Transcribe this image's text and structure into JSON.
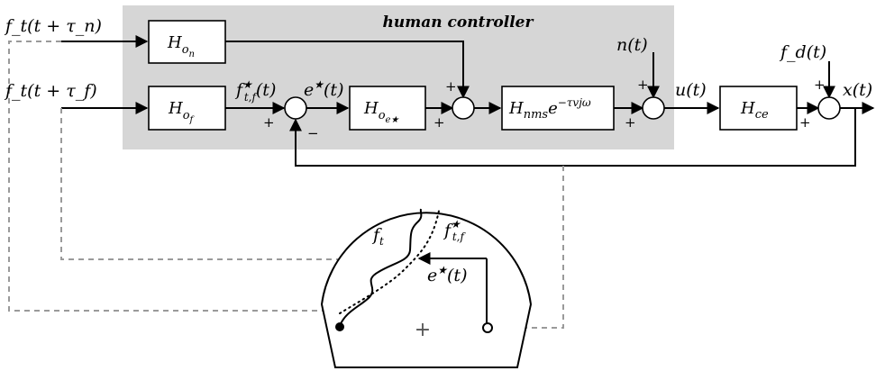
{
  "controller_label": "human controller",
  "inputs": {
    "preview_far": "f_t(t + τ_f)",
    "preview_near": "f_t(t + τ_n)",
    "disturbance": "f_d(t)",
    "noise": "n(t)"
  },
  "blocks": {
    "Ho_n": {
      "base": "H",
      "sub": "o",
      "subsub": "n"
    },
    "Ho_f": {
      "base": "H",
      "sub": "o",
      "subsub": "f"
    },
    "Ho_e": {
      "base": "H",
      "sub": "o",
      "subsub": "e★"
    },
    "Hnms": {
      "base": "H",
      "sub": "nms",
      "mid": "e",
      "sup": "−τvjω"
    },
    "Hce": {
      "base": "H",
      "sub": "ce"
    }
  },
  "signals": {
    "filtered_target": {
      "base": "f",
      "sup": "★",
      "sub": "t,f",
      "tail": "(t)"
    },
    "error": {
      "base": "e",
      "sup": "★",
      "tail": "(t)"
    },
    "control": "u(t)",
    "output": "x(t)"
  },
  "signs": {
    "plus": "+",
    "minus": "−"
  },
  "display": {
    "target_label": {
      "base": "f",
      "sub": "t"
    },
    "filtered_label": {
      "base": "f",
      "sup": "★",
      "sub": "t,f"
    },
    "error_label": {
      "base": "e",
      "sup": "★",
      "tail": "(t)"
    },
    "center_marker": "+"
  }
}
